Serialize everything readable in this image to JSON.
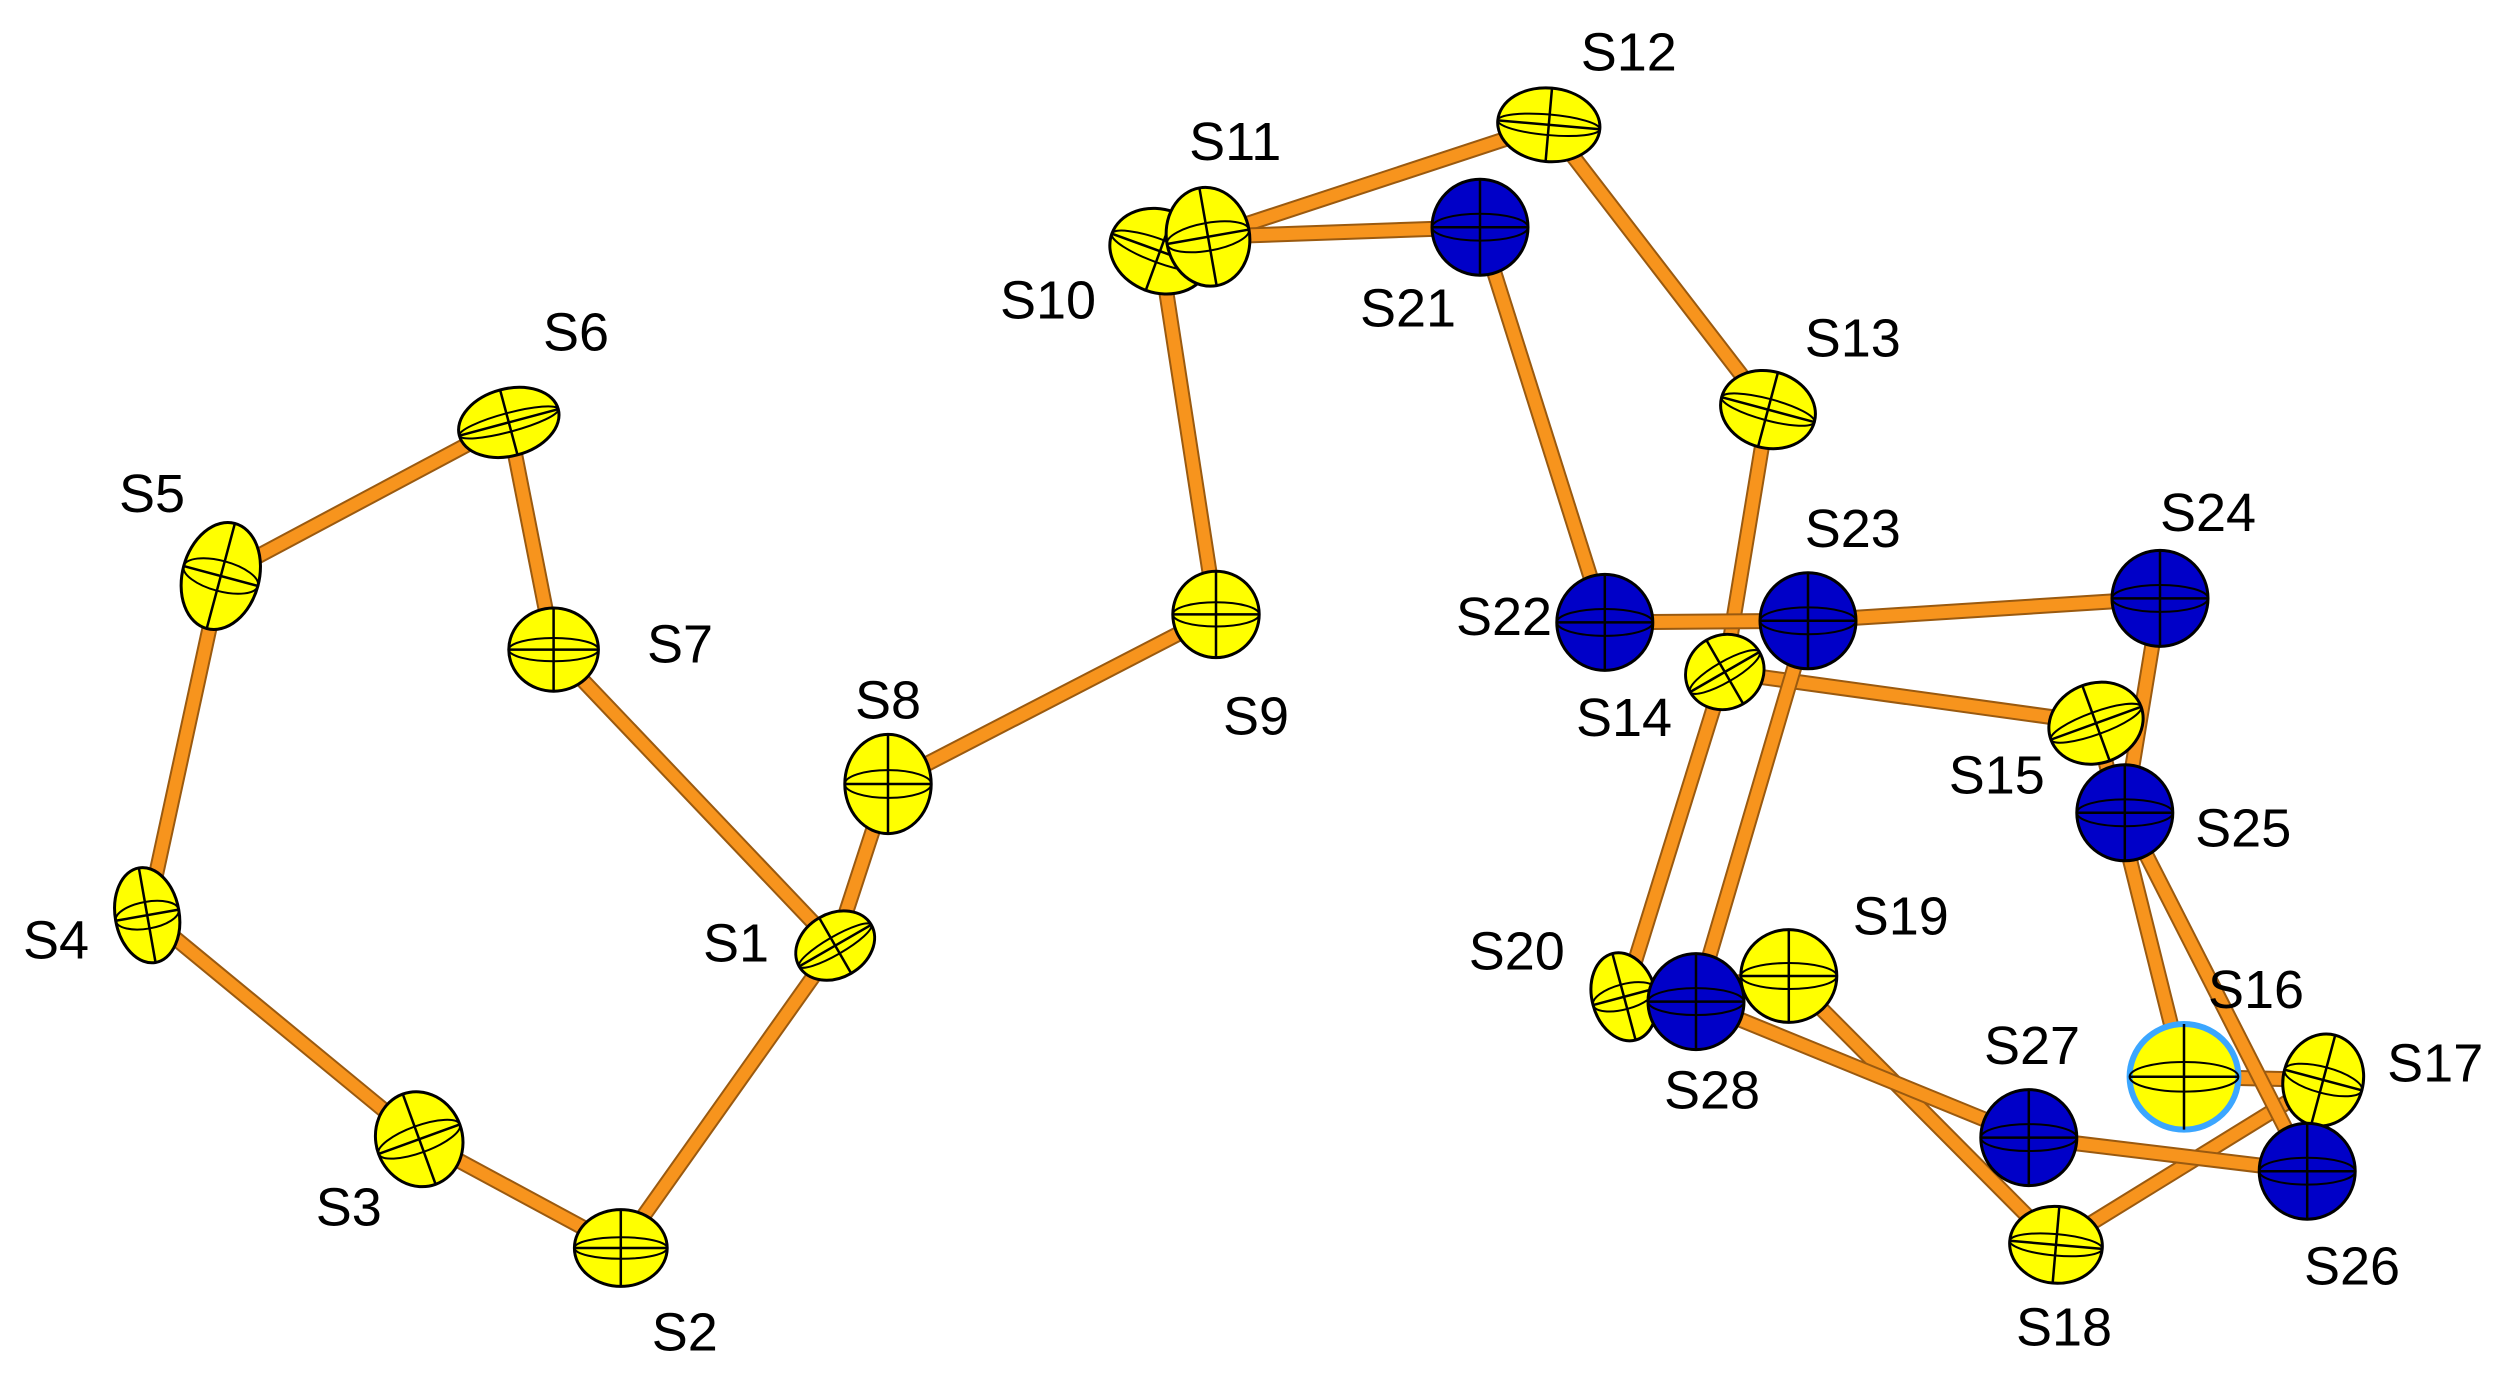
{
  "colors": {
    "bond": "#F7941D",
    "bond_outline": "#9a5a10",
    "sulfur_yellow": "#FFFF00",
    "sulfur_blue": "#0000C8",
    "ellipse_outline": "#000000",
    "highlight_ring": "#3BA6FF",
    "background": "#FFFFFF"
  },
  "atoms": [
    {
      "id": "S1",
      "label": "S1",
      "color": "yellow"
    },
    {
      "id": "S2",
      "label": "S2",
      "color": "yellow"
    },
    {
      "id": "S3",
      "label": "S3",
      "color": "yellow"
    },
    {
      "id": "S4",
      "label": "S4",
      "color": "yellow"
    },
    {
      "id": "S5",
      "label": "S5",
      "color": "yellow"
    },
    {
      "id": "S6",
      "label": "S6",
      "color": "yellow"
    },
    {
      "id": "S7",
      "label": "S7",
      "color": "yellow"
    },
    {
      "id": "S8",
      "label": "S8",
      "color": "yellow"
    },
    {
      "id": "S9",
      "label": "S9",
      "color": "yellow"
    },
    {
      "id": "S10",
      "label": "S10",
      "color": "yellow"
    },
    {
      "id": "S11",
      "label": "S11",
      "color": "yellow"
    },
    {
      "id": "S12",
      "label": "S12",
      "color": "yellow"
    },
    {
      "id": "S13",
      "label": "S13",
      "color": "yellow"
    },
    {
      "id": "S14",
      "label": "S14",
      "color": "yellow"
    },
    {
      "id": "S15",
      "label": "S15",
      "color": "yellow"
    },
    {
      "id": "S16",
      "label": "S16",
      "color": "yellow",
      "highlight": true
    },
    {
      "id": "S17",
      "label": "S17",
      "color": "yellow"
    },
    {
      "id": "S18",
      "label": "S18",
      "color": "yellow"
    },
    {
      "id": "S19",
      "label": "S19",
      "color": "yellow"
    },
    {
      "id": "S20",
      "label": "S20",
      "color": "yellow"
    },
    {
      "id": "S21",
      "label": "S21",
      "color": "blue"
    },
    {
      "id": "S22",
      "label": "S22",
      "color": "blue"
    },
    {
      "id": "S23",
      "label": "S23",
      "color": "blue"
    },
    {
      "id": "S24",
      "label": "S24",
      "color": "blue"
    },
    {
      "id": "S25",
      "label": "S25",
      "color": "blue"
    },
    {
      "id": "S26",
      "label": "S26",
      "color": "blue"
    },
    {
      "id": "S27",
      "label": "S27",
      "color": "blue"
    },
    {
      "id": "S28",
      "label": "S28",
      "color": "blue"
    }
  ],
  "bonds": [
    [
      "S1",
      "S2"
    ],
    [
      "S2",
      "S3"
    ],
    [
      "S3",
      "S4"
    ],
    [
      "S4",
      "S5"
    ],
    [
      "S5",
      "S6"
    ],
    [
      "S6",
      "S7"
    ],
    [
      "S7",
      "S1"
    ],
    [
      "S1",
      "S8"
    ],
    [
      "S8",
      "S9"
    ],
    [
      "S9",
      "S10"
    ],
    [
      "S10",
      "S11"
    ],
    [
      "S11",
      "S12"
    ],
    [
      "S12",
      "S13"
    ],
    [
      "S13",
      "S14"
    ],
    [
      "S14",
      "S15"
    ],
    [
      "S15",
      "S16"
    ],
    [
      "S16",
      "S17"
    ],
    [
      "S17",
      "S18"
    ],
    [
      "S18",
      "S19"
    ],
    [
      "S19",
      "S20"
    ],
    [
      "S20",
      "S14"
    ],
    [
      "S11",
      "S21"
    ],
    [
      "S21",
      "S22"
    ],
    [
      "S22",
      "S23"
    ],
    [
      "S23",
      "S24"
    ],
    [
      "S24",
      "S25"
    ],
    [
      "S25",
      "S26"
    ],
    [
      "S26",
      "S27"
    ],
    [
      "S27",
      "S28"
    ],
    [
      "S28",
      "S23"
    ]
  ]
}
